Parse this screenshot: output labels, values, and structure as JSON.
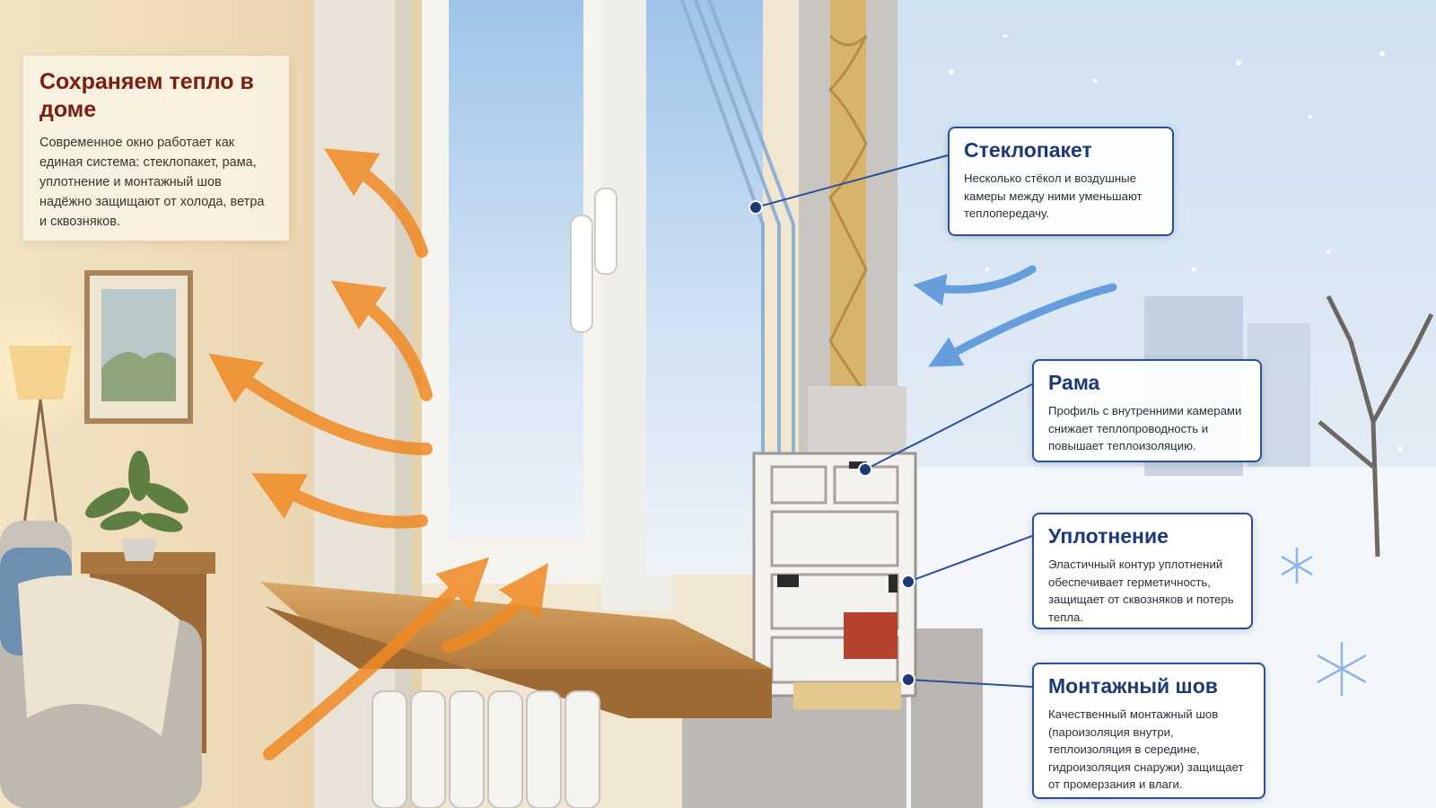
{
  "intro": {
    "title": "Сохраняем тепло в доме",
    "text": "Современное окно работает как единая система: стеклопакет, рама, уплотнение и монтажный шов надёжно защищают от холода, ветра и сквозняков."
  },
  "callouts": [
    {
      "title": "Стеклопакет",
      "text": "Несколько стёкол и воздушные камеры между ними уменьшают теплопередачу."
    },
    {
      "title": "Рама",
      "text": "Профиль с внутренними камерами снижает теплопроводность и повышает теплоизоляцию."
    },
    {
      "title": "Уплотнение",
      "text": "Эластичный контур уплотнений обеспечивает герметичность, защищает от сквозняков и потерь тепла."
    },
    {
      "title": "Монтажный шов",
      "text": "Качественный монтажный шов (пароизоляция внутри, теплоизоляция в середине, гидроизоляция снаружи) защищает от промерзания и влаги."
    }
  ],
  "colors": {
    "accent_blue": "#2c4f9a",
    "title_red": "#7a1e12",
    "warm_arrow": "#f08a24",
    "cold_arrow": "#3f86d6"
  }
}
